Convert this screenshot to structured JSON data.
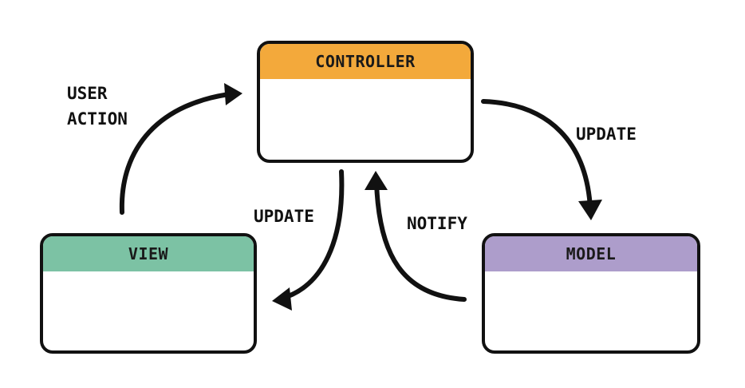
{
  "diagram": {
    "nodes": {
      "controller": {
        "label": "CONTROLLER",
        "header_color": "#f3a93b"
      },
      "view": {
        "label": "VIEW",
        "header_color": "#7cc2a4"
      },
      "model": {
        "label": "MODEL",
        "header_color": "#ad9dcb"
      }
    },
    "edges": {
      "user_action": {
        "line1": "USER",
        "line2": "ACTION",
        "from": "view",
        "to": "controller"
      },
      "update_model": {
        "label": "UPDATE",
        "from": "controller",
        "to": "model"
      },
      "update_view": {
        "label": "UPDATE",
        "from": "controller",
        "to": "view"
      },
      "notify": {
        "label": "NOTIFY",
        "from": "model",
        "to": "controller"
      }
    },
    "colors": {
      "stroke": "#111111",
      "background": "#ffffff"
    }
  }
}
